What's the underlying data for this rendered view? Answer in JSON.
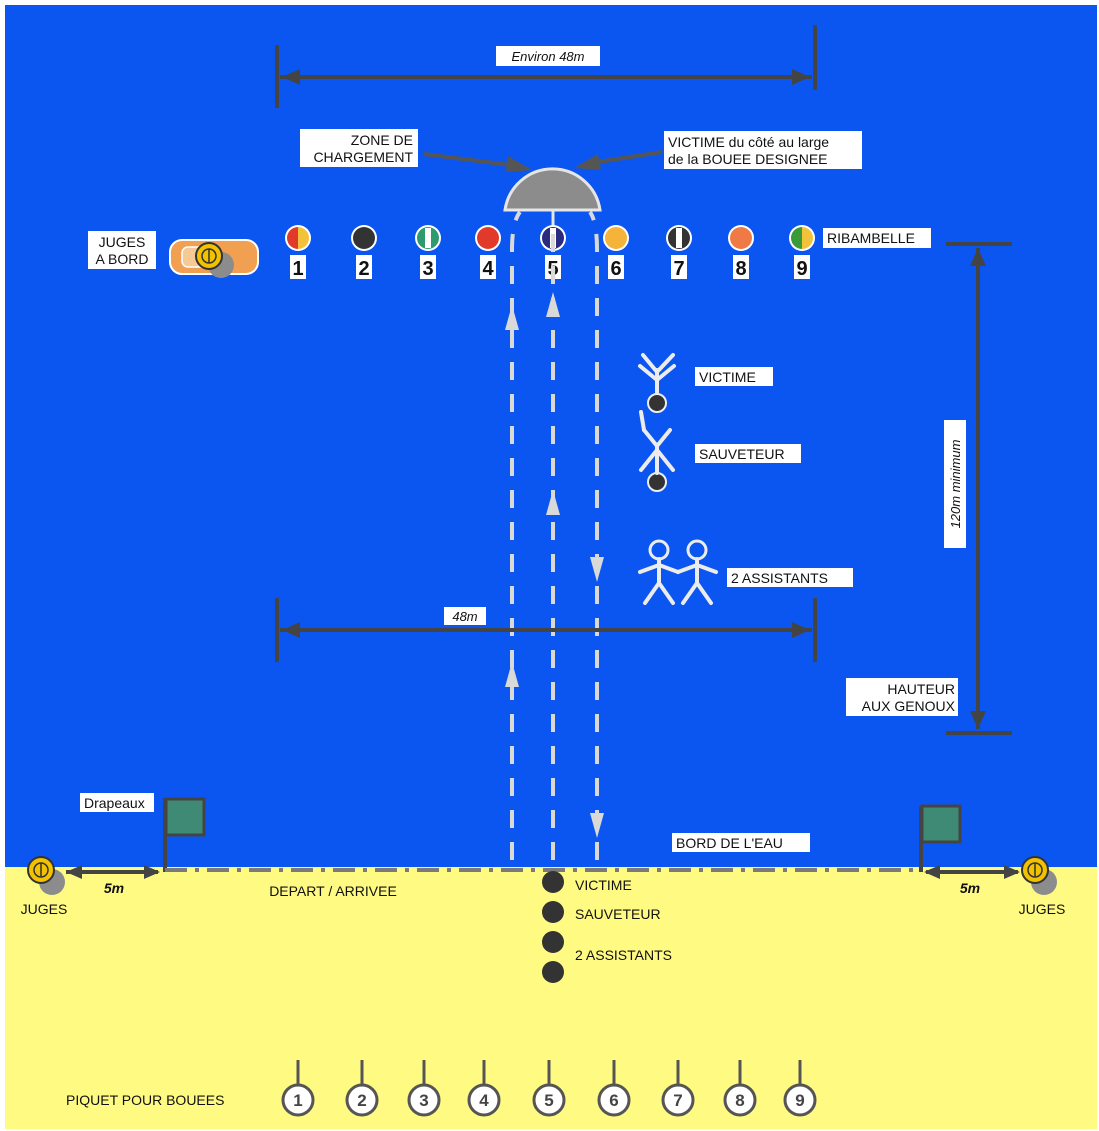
{
  "labels": {
    "environ_48m": "Environ 48m",
    "zone_de": "ZONE DE",
    "chargement": "CHARGEMENT",
    "victime_cote_line1": "VICTIME du côté au large",
    "victime_cote_line2": "de la BOUEE DESIGNEE",
    "juges_line1": "JUGES",
    "juges_line2": "A BORD",
    "ribambelle": "RIBAMBELLE",
    "victime": "VICTIME",
    "sauveteur": "SAUVETEUR",
    "deux_assistants": "2 ASSISTANTS",
    "dist_120m": "120m minimum",
    "dist_48m": "48m",
    "hauteur_line1": "HAUTEUR",
    "hauteur_line2": "AUX GENOUX",
    "drapeaux": "Drapeaux",
    "bord_de_leau": "BORD DE L'EAU",
    "dist_5m_left": "5m",
    "dist_5m_right": "5m",
    "juges_left": "JUGES",
    "juges_right": "JUGES",
    "depart_arrivee": "DEPART / ARRIVEE",
    "start_victime": "VICTIME",
    "start_sauveteur": "SAUVETEUR",
    "start_assistants": "2 ASSISTANTS",
    "piquet_pour_bouees": "PIQUET POUR BOUEES"
  },
  "buoys": [
    {
      "number": "1",
      "color_a": "#e23a2a",
      "color_b": "#f2c23a",
      "split": "vertical"
    },
    {
      "number": "2",
      "color_a": "#333333",
      "color_b": "#333333",
      "split": "none"
    },
    {
      "number": "3",
      "color_a": "#2f9a6e",
      "color_b": "#ffffff",
      "split": "stripe"
    },
    {
      "number": "4",
      "color_a": "#e23a2a",
      "color_b": "#e23a2a",
      "split": "none"
    },
    {
      "number": "5",
      "color_a": "#2a2a80",
      "color_b": "#ffffff",
      "split": "stripe"
    },
    {
      "number": "6",
      "color_a": "#f5b33a",
      "color_b": "#f5b33a",
      "split": "none"
    },
    {
      "number": "7",
      "color_a": "#333333",
      "color_b": "#ffffff",
      "split": "stripe"
    },
    {
      "number": "8",
      "color_a": "#f07a45",
      "color_b": "#f07a45",
      "split": "none"
    },
    {
      "number": "9",
      "color_a": "#3a9a3a",
      "color_b": "#f2c23a",
      "split": "vertical"
    }
  ],
  "stakes": [
    "1",
    "2",
    "3",
    "4",
    "5",
    "6",
    "7",
    "8",
    "9"
  ],
  "colors": {
    "water": "#0b56f0",
    "sand": "#fffb82",
    "flag": "#3e8a74",
    "judge_float": "#f2c200",
    "boat": "#f0a050",
    "marker": "#444444"
  }
}
